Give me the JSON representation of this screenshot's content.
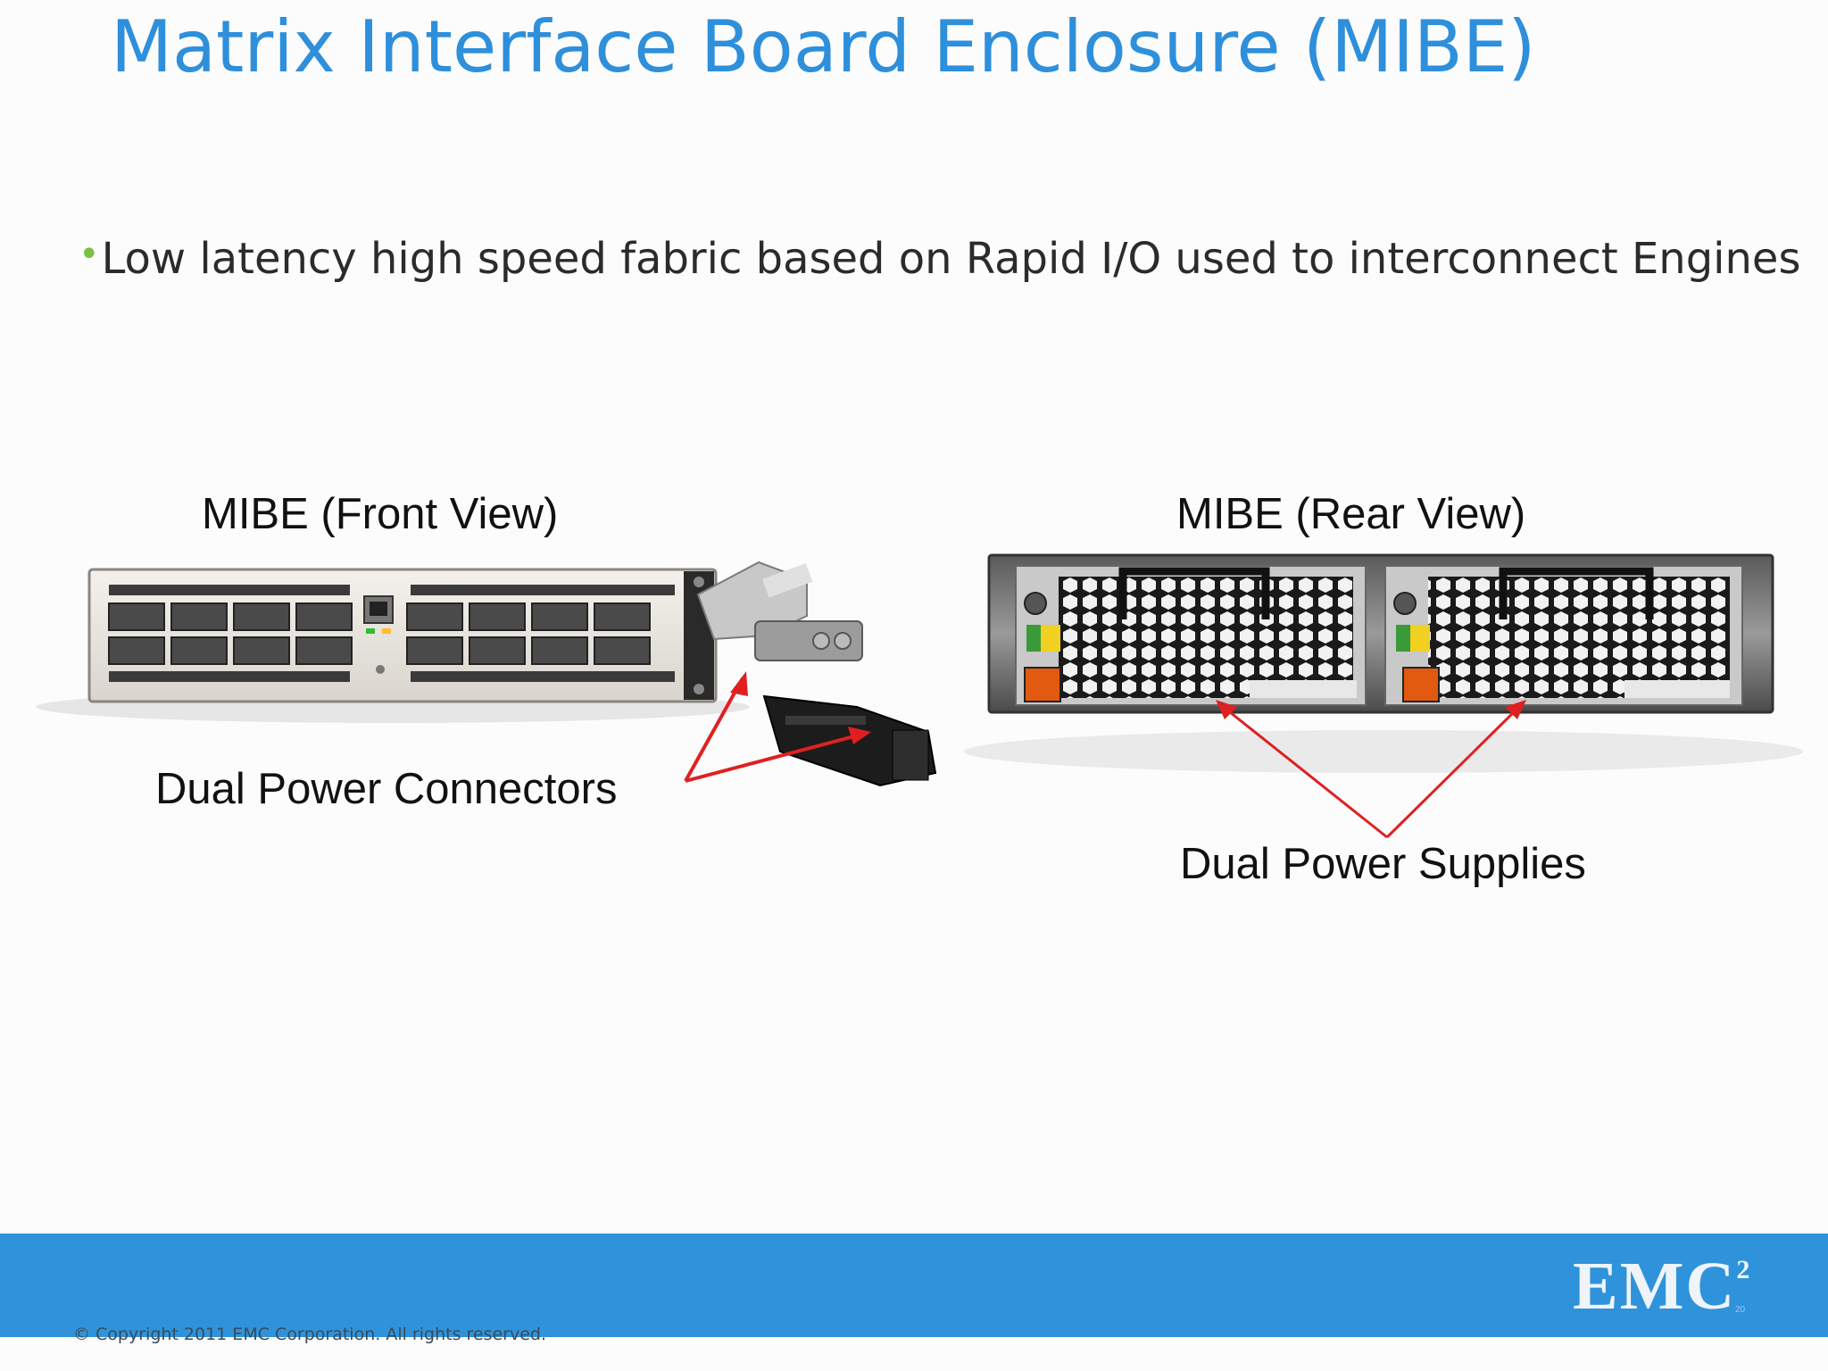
{
  "slide": {
    "title": "Matrix Interface Board Enclosure (MIBE)",
    "bullet": "Low latency high speed fabric based on Rapid I/O used to interconnect Engines",
    "front_view_label": "MIBE (Front View)",
    "rear_view_label": "MIBE (Rear View)",
    "front_callout": "Dual Power Connectors",
    "rear_callout": "Dual Power Supplies",
    "copyright": "© Copyright 2011 EMC Corporation. All rights reserved.",
    "logo_text": "EMC",
    "logo_superscript": "2",
    "page_number": "20"
  },
  "colors": {
    "title": "#2e8fdb",
    "bullet_dot": "#7ac143",
    "footer_bar": "#2e93db",
    "callout_arrow": "#e02020"
  }
}
